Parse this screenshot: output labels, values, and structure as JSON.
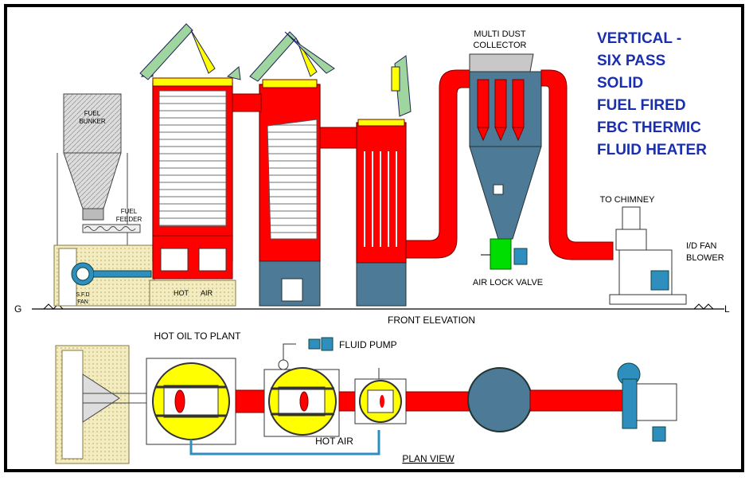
{
  "title_lines": [
    "VERTICAL -",
    "SIX PASS",
    "SOLID",
    "FUEL FIRED",
    "FBC THERMIC",
    "FLUID HEATER"
  ],
  "labels": {
    "multi_dust_collector_1": "MULTI DUST",
    "multi_dust_collector_2": "COLLECTOR",
    "fuel_bunker_1": "FUEL",
    "fuel_bunker_2": "BUNKER",
    "fuel_feeder_1": "FUEL",
    "fuel_feeder_2": "FEEDER",
    "sfd_fan_1": "S.F.D",
    "sfd_fan_2": "FAN",
    "hot_air_top_1": "HOT",
    "hot_air_top_2": "AIR",
    "to_chimney": "TO CHIMNEY",
    "id_fan_1": "I/D FAN",
    "id_fan_2": "BLOWER",
    "air_lock_valve": "AIR LOCK VALVE",
    "front_elevation": "FRONT ELEVATION",
    "ground_g": "G",
    "ground_l": "L",
    "hot_oil_to_plant": "HOT OIL TO PLANT",
    "fluid_pump": "FLUID PUMP",
    "hot_air_plan": "HOT AIR",
    "plan_view": "PLAN VIEW"
  },
  "colors": {
    "red": "#ff0000",
    "steel": "#4d7a96",
    "title_blue": "#1a2fb0",
    "yellow": "#ffff00",
    "green_cover": "#9fd69f",
    "hopper_grey": "#c8c8c8",
    "valve_green": "#00dd00",
    "pump_blue": "#2e8fbf",
    "concrete": "#f2ecc0"
  }
}
